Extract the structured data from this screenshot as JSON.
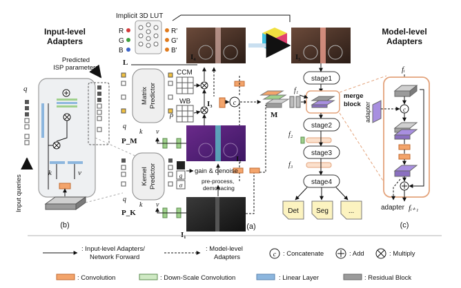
{
  "left_panel": {
    "title": [
      "Input-level",
      "Adapters"
    ],
    "predicted_label": [
      "Predicted",
      "ISP parameters"
    ],
    "q_label": "q",
    "k_label": "k",
    "v_label": "v",
    "input_queries_label": "Input queries",
    "caption": "(b)"
  },
  "center_panel": {
    "lut_title": "Implicit 3D LUT",
    "lut_inputs": [
      "R",
      "G",
      "B"
    ],
    "lut_outputs": [
      "R'",
      "G'",
      "B'"
    ],
    "lut_input_colors": [
      "#d23b3b",
      "#3f9f3f",
      "#3a63c9"
    ],
    "lut_output_colors": [
      "#e07a1c",
      "#e07a1c",
      "#e07a1c"
    ],
    "L_label": "L",
    "matrix_predictor": [
      "Matrix",
      "Predictor"
    ],
    "kernel_predictor": [
      "Kernel",
      "Predictor"
    ],
    "ccm_label": "CCM",
    "wb_label": "WB",
    "rho_label": "ρ",
    "kernel_syms": [
      "g",
      "σ"
    ],
    "I4": "I₄",
    "I5": "I₅",
    "I3": "I₃",
    "I2": "I₂",
    "I1": "I₁",
    "PM": "P_M",
    "PK": "P_K",
    "q": "q",
    "k": "k",
    "v": "v",
    "M_label": "M",
    "gain_denoise": "gain & denoise",
    "preprocess": [
      "pre-process,",
      "demosacing"
    ],
    "concat_symbol": "c",
    "caption": "(a)"
  },
  "stages": {
    "items": [
      "stage1",
      "stage2",
      "stage3",
      "stage4"
    ],
    "f_labels": [
      "f₁",
      "f₂",
      "f₃"
    ],
    "merge_block": [
      "merge",
      "block"
    ],
    "outputs": [
      "Det",
      "Seg",
      "..."
    ]
  },
  "right_panel": {
    "title": [
      "Model-level",
      "Adapters"
    ],
    "f_in": "fᵢ",
    "f_out": "fᵢ₊₁",
    "adapter_side": "adapter",
    "adapter_out": "adapter",
    "caption": "(c)"
  },
  "legend": {
    "row1": [
      {
        "symbol": "solid-arrow",
        "lines": [
          ": Input-level Adapters/",
          "Network Forward"
        ]
      },
      {
        "symbol": "dashed-arrow",
        "lines": [
          ": Model-level",
          "Adapters"
        ]
      },
      {
        "symbol": "concat",
        "glyph": "c",
        "lines": [
          ": Concatenate"
        ]
      },
      {
        "symbol": "add",
        "lines": [
          ": Add"
        ]
      },
      {
        "symbol": "multiply",
        "lines": [
          ": Multiply"
        ]
      }
    ],
    "row2": [
      {
        "symbol": "orange-box",
        "label": ": Convolution"
      },
      {
        "symbol": "green-box",
        "label": ": Down-Scale Convolution"
      },
      {
        "symbol": "blue-box",
        "label": ": Linear Layer"
      },
      {
        "symbol": "gray-box",
        "label": ": Residual Block"
      }
    ]
  },
  "colors": {
    "convolution": "#f3a46b",
    "downscale": "#9fd08c",
    "linear": "#8cb6de",
    "residual": "#9b9b9b",
    "adapter_frame": "#e3a27a",
    "purple": "#a88fe0"
  }
}
